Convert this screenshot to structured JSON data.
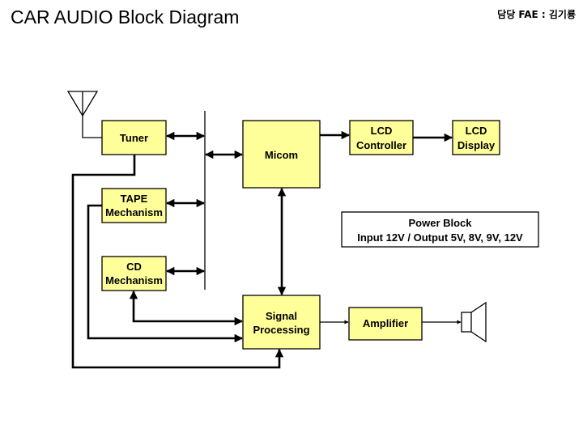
{
  "header": {
    "title": "CAR AUDIO Block Diagram",
    "author": "담당 FAE : 김기룡"
  },
  "colors": {
    "block_fill": "#ffff99",
    "power_block_fill": "#ffffff",
    "line": "#000000"
  },
  "blocks": {
    "tuner": {
      "lines": [
        "Tuner"
      ]
    },
    "tape": {
      "lines": [
        "TAPE",
        "Mechanism"
      ]
    },
    "cd": {
      "lines": [
        "CD",
        "Mechanism"
      ]
    },
    "micom": {
      "lines": [
        "Micom"
      ]
    },
    "lcd_controller": {
      "lines": [
        "LCD",
        "Controller"
      ]
    },
    "lcd_display": {
      "lines": [
        "LCD",
        "Display"
      ]
    },
    "power": {
      "lines": [
        "Power Block",
        "Input 12V / Output 5V, 8V, 9V, 12V"
      ]
    },
    "signal_processing": {
      "lines": [
        "Signal",
        "Processing"
      ]
    },
    "amplifier": {
      "lines": [
        "Amplifier"
      ]
    }
  },
  "icons": {
    "antenna": "antenna-icon",
    "speaker": "speaker-icon"
  }
}
